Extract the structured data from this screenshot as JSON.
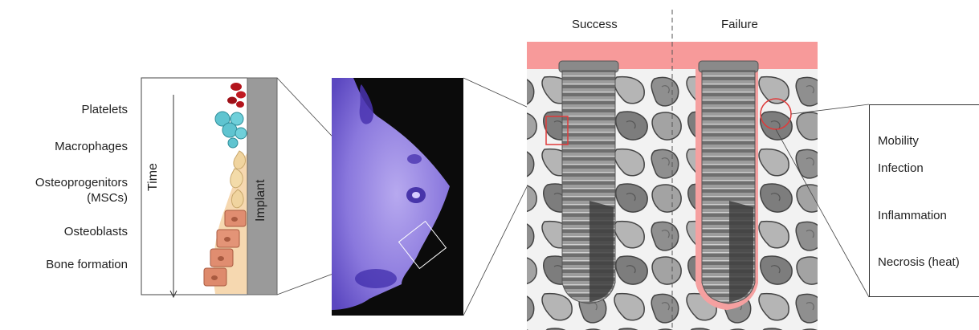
{
  "stages": [
    {
      "label": "Platelets"
    },
    {
      "label": "Macrophages"
    },
    {
      "label": "Osteoprogenitors"
    },
    {
      "label": "(MSCs)"
    },
    {
      "label": "Osteoblasts"
    },
    {
      "label": "Bone formation"
    }
  ],
  "inset": {
    "time_label": "Time",
    "implant_label": "Implant"
  },
  "comparison": {
    "success_label": "Success",
    "failure_label": "Failure"
  },
  "failure_causes": [
    {
      "label": "Mobility"
    },
    {
      "label": "Infection"
    },
    {
      "label": "Inflammation"
    },
    {
      "label": "Necrosis (heat)"
    }
  ],
  "colors": {
    "gingiva": "#f79a9a",
    "failure_highlight": "#e03a3a",
    "histology_stain": "#6a56c8",
    "implant_gray": "#9a9a9a",
    "bone_beige": "#f6d8b0",
    "osteoblast": "#e08d70",
    "macrophage": "#5fc4d0",
    "platelet": "#b3141c"
  }
}
